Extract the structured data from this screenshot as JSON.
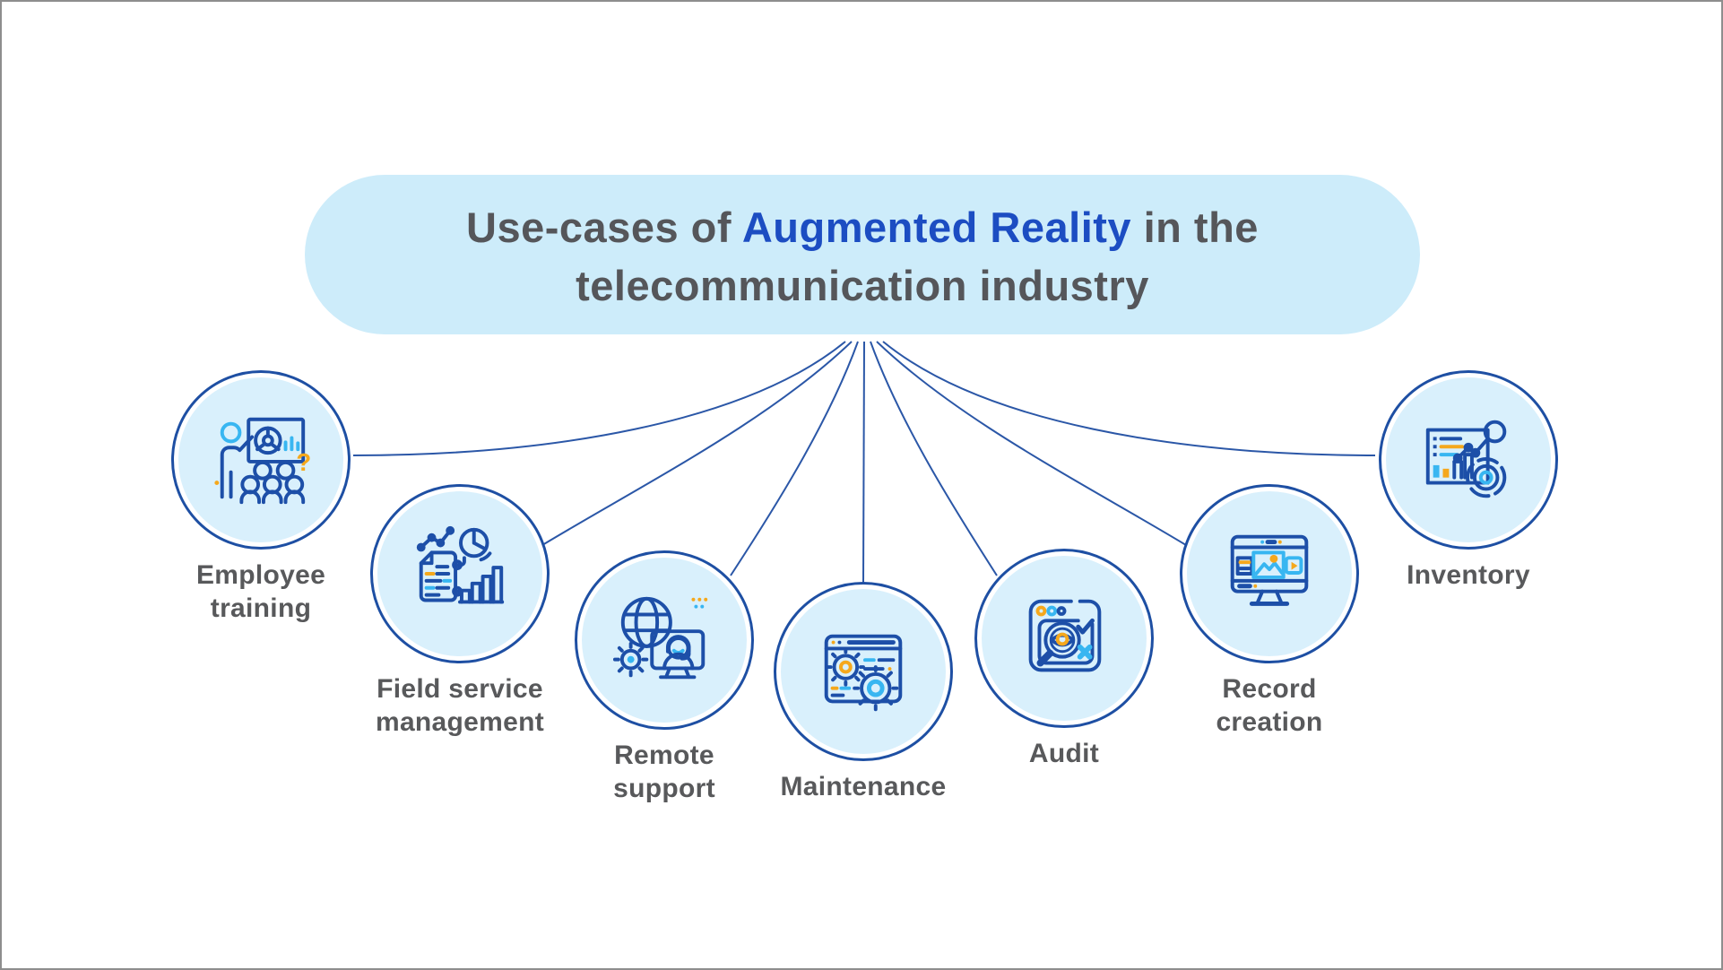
{
  "title": {
    "part1": "Use-cases of ",
    "part2": "Augmented Reality",
    "part3": " in the",
    "line2": "telecommunication industry"
  },
  "nodes": [
    {
      "label": "Employee\ntraining",
      "icon": "employee-training-icon"
    },
    {
      "label": "Field service\nmanagement",
      "icon": "field-service-management-icon"
    },
    {
      "label": "Remote\nsupport",
      "icon": "remote-support-icon"
    },
    {
      "label": "Maintenance",
      "icon": "maintenance-icon"
    },
    {
      "label": "Audit",
      "icon": "audit-icon"
    },
    {
      "label": "Record\ncreation",
      "icon": "record-creation-icon"
    },
    {
      "label": "Inventory",
      "icon": "inventory-icon"
    }
  ],
  "colors": {
    "bubble_fill": "#cdecfa",
    "title_gray": "#55565a",
    "title_accent_blue": "#1c4dc2",
    "circle_fill": "#d9f0fc",
    "circle_border": "#1e4fa3",
    "connector_blue": "#2b57a7",
    "icon_dark_blue": "#1d4fa8",
    "icon_light_blue": "#38b6f1",
    "icon_orange": "#f5a81c",
    "label_gray": "#58595b",
    "frame_border": "#8e8e8e"
  }
}
